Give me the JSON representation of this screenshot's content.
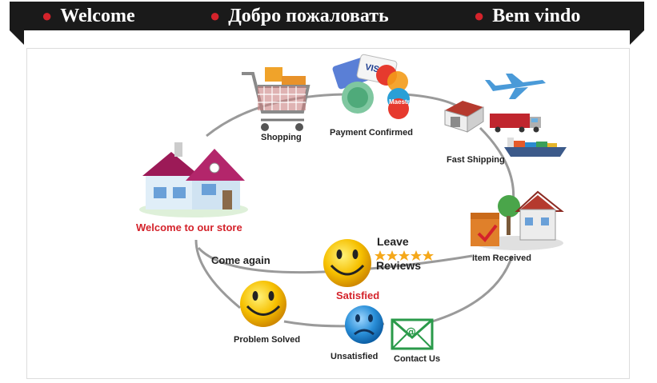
{
  "banner": {
    "items": [
      "Welcome",
      "Добро пожаловать",
      "Bem vindo"
    ]
  },
  "diagram": {
    "welcome": "Welcome to our store",
    "shopping": "Shopping",
    "payment": "Payment Confirmed",
    "card_labels": [
      "VISA",
      "Maestro"
    ],
    "shipping": "Fast Shipping",
    "received": "Item Received",
    "leave": "Leave",
    "reviews": "Reviews",
    "satisfied": "Satisfied",
    "come_again": "Come again",
    "unsatisfied": "Unsatisfied",
    "contact": "Contact Us",
    "problem_solved": "Problem Solved"
  },
  "icons": [
    "shopping-cart-icon",
    "credit-cards-icon",
    "warehouse-icon",
    "airplane-icon",
    "truck-icon",
    "cargo-ship-icon",
    "house-icon",
    "received-package-icon",
    "smiley-happy-icon",
    "smiley-sad-icon",
    "envelope-icon",
    "star-icon"
  ],
  "colors": {
    "banner_bg": "#1a1a1a",
    "bullet": "#d4232b",
    "accent_red": "#d4232b",
    "arc": "#9a9a9a",
    "smiley_yellow": "#f6c000",
    "sad_blue": "#2a8fd8",
    "roof": "#9c1a57"
  }
}
